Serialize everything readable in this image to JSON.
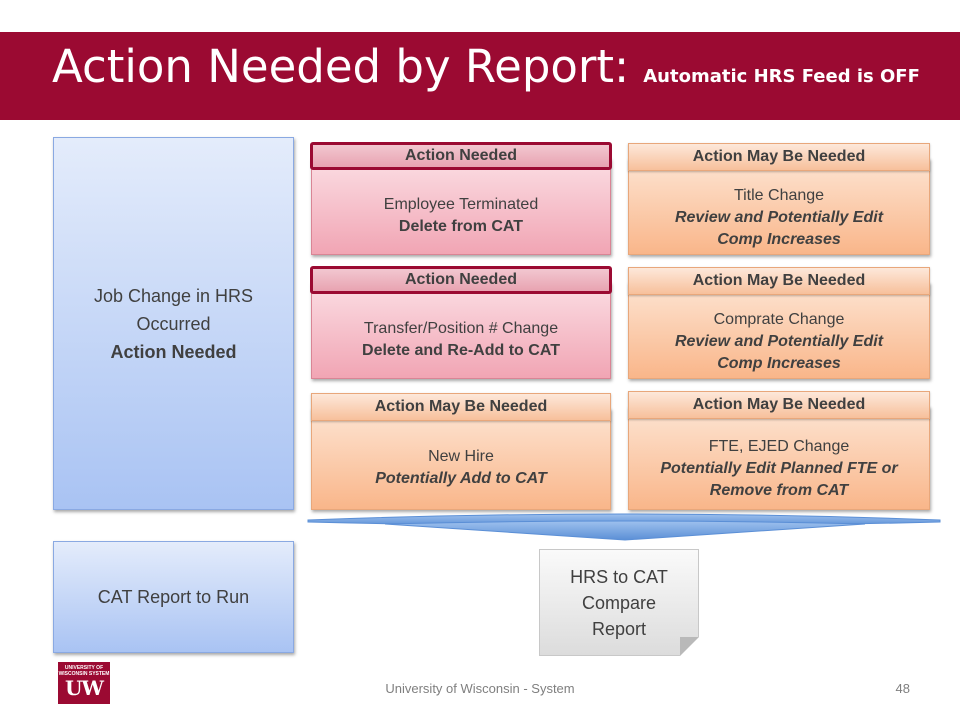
{
  "header": {
    "title": "Action Needed by Report:",
    "subtitle": "Automatic HRS Feed is OFF"
  },
  "left": {
    "job_change": [
      "Job Change in HRS",
      "Occurred",
      "Action Needed"
    ],
    "cat_report": "CAT Report to Run"
  },
  "cards": [
    {
      "tab": "Action Needed",
      "lines": [
        "Employee Terminated",
        "Delete from CAT"
      ]
    },
    {
      "tab": "Action May Be Needed",
      "lines": [
        "Title Change",
        "Review and Potentially Edit",
        "Comp Increases"
      ]
    },
    {
      "tab": "Action Needed",
      "lines": [
        "Transfer/Position # Change",
        "Delete and Re-Add to CAT"
      ]
    },
    {
      "tab": "Action May Be Needed",
      "lines": [
        "Comprate Change",
        "Review and Potentially Edit",
        "Comp Increases"
      ]
    },
    {
      "tab": "Action May Be Needed",
      "lines": [
        "New Hire",
        "Potentially Add to CAT"
      ]
    },
    {
      "tab": "Action May Be Needed",
      "lines": [
        "FTE, EJED Change",
        "Potentially Edit Planned FTE or",
        "Remove from CAT"
      ]
    }
  ],
  "report_doc": [
    "HRS to CAT",
    "Compare",
    "Report"
  ],
  "footer": {
    "org": "University of Wisconsin - System",
    "page": "48",
    "logo_top": "UNIVERSITY OF",
    "logo_mid": "WISCONSIN SYSTEM",
    "logo_big": "UW"
  },
  "colors": {
    "brand": "#9b0a32",
    "blue": "#a9c3f3",
    "red": "#f1a5b4",
    "orange": "#f9b68a"
  }
}
